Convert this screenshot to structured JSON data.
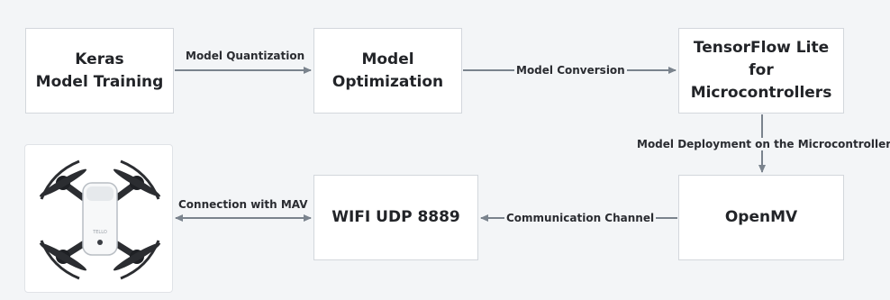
{
  "nodes": {
    "keras": {
      "lines": [
        "Keras",
        "Model Training"
      ]
    },
    "optimization": {
      "lines": [
        "Model",
        "Optimization"
      ]
    },
    "tflite": {
      "lines": [
        "TensorFlow Lite",
        "for",
        "Microcontrollers"
      ]
    },
    "openmv": {
      "lines": [
        "OpenMV"
      ]
    },
    "wifi": {
      "lines": [
        "WIFI UDP 8889"
      ]
    },
    "drone": {
      "image": "drone-top-view",
      "brand_text": "TELLO"
    }
  },
  "edges": {
    "quantization": "Model Quantization",
    "conversion": "Model Conversion",
    "deployment": "Model Deployment on the Microcontroller",
    "communication": "Communication Channel",
    "connection": "Connection with MAV"
  },
  "colors": {
    "arrow": "#7a838d",
    "background": "#f3f5f7",
    "box": "#ffffff",
    "text": "#222428"
  }
}
